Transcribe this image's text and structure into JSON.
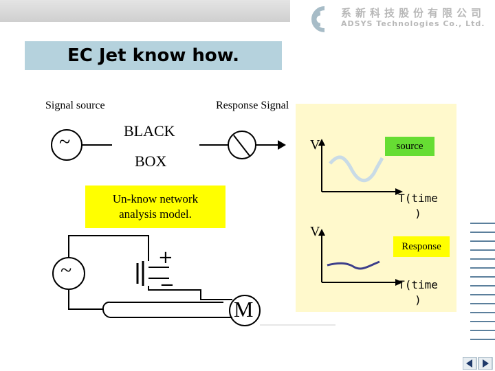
{
  "header": {
    "company_cn": "系新科技股份有限公司",
    "company_en": "ADSYS Technologies Co., Ltd."
  },
  "title": "EC Jet know how.",
  "diagram": {
    "signal_source_label": "Signal source",
    "response_signal_label": "Response Signal",
    "black_box_line1": "BLACK",
    "black_box_line2": "BOX",
    "tilde": "~",
    "annotation_line1": "Un-know network",
    "annotation_line2": "analysis model.",
    "motor_label": "M",
    "plus_sign": "+",
    "minus_sign": "−"
  },
  "graphs": {
    "v_label_top": "V",
    "v_label_bottom": "V",
    "source_tag": "source",
    "response_tag": "Response",
    "t_label_line1": "T(time",
    "t_label_line2": ")"
  },
  "colors": {
    "title_bg": "#b5d2dd",
    "panel_bg": "#fff9cc",
    "source_tag_bg": "#66dd33",
    "response_tag_bg": "#ffff00",
    "source_wave": "#c9dbe6",
    "response_wave": "#3d3f8a",
    "side_lines": "#5b7f9c"
  },
  "nav": [
    "prev-icon",
    "next-icon"
  ]
}
